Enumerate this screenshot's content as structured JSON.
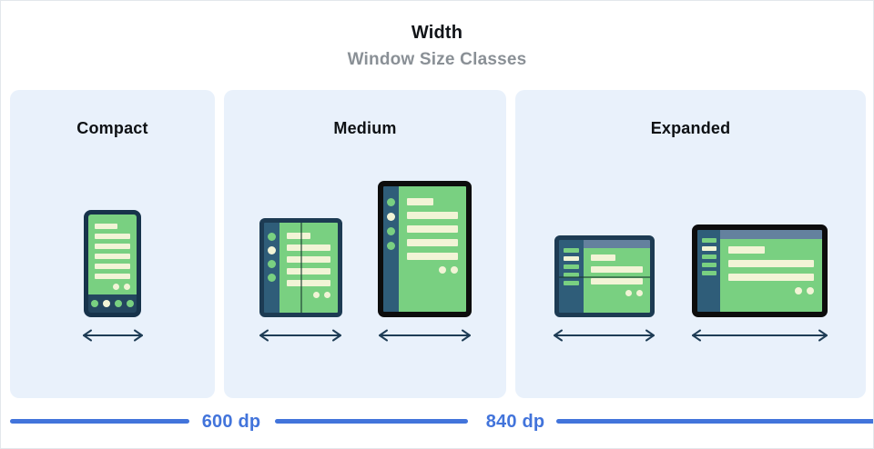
{
  "header": {
    "title": "Width",
    "subtitle": "Window Size Classes"
  },
  "panels": [
    {
      "id": "compact",
      "label": "Compact",
      "devices": [
        {
          "type": "phone-portrait"
        }
      ]
    },
    {
      "id": "medium",
      "label": "Medium",
      "devices": [
        {
          "type": "foldable-portrait"
        },
        {
          "type": "tablet-portrait"
        }
      ]
    },
    {
      "id": "expanded",
      "label": "Expanded",
      "devices": [
        {
          "type": "foldable-landscape"
        },
        {
          "type": "tablet-landscape"
        }
      ]
    }
  ],
  "axis": {
    "breakpoints": [
      "600 dp",
      "840 dp"
    ]
  },
  "icons": {
    "width_arrow": "double-headed-horizontal-arrow"
  },
  "colors": {
    "accent_blue": "#4274DB",
    "panel_background": "#E9F1FB",
    "device_navy": "#1D3B53",
    "device_black": "#0D0D0D",
    "rail_teal": "#2F5D79",
    "screen_green": "#79D081",
    "content_cream": "#F2F4D6",
    "topbar_slate": "#64819E",
    "subtitle_gray": "#8A9096"
  }
}
